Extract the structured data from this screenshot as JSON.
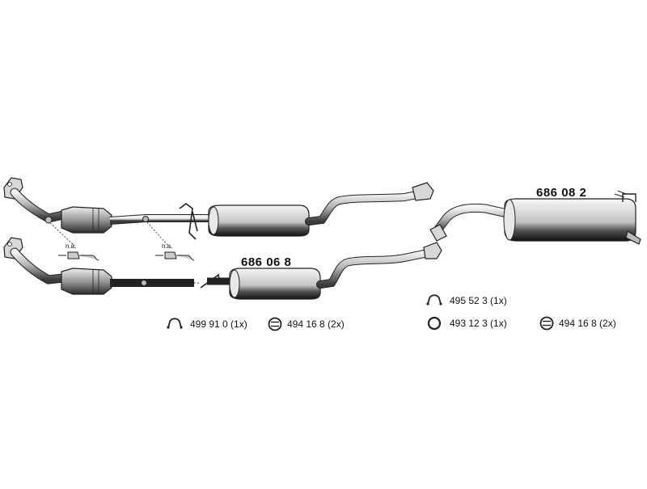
{
  "diagram": {
    "parts": [
      {
        "id": "front-silencer",
        "number": "686 06 8"
      },
      {
        "id": "rear-silencer",
        "number": "686 08 2"
      }
    ],
    "sensor_notes": [
      "n.a.",
      "n.a."
    ],
    "accessories": [
      {
        "icon": "clamp-icon",
        "text": "499 91 0 (1x)"
      },
      {
        "icon": "rubber-mount-icon",
        "text": "494 16 8 (2x)"
      },
      {
        "icon": "clamp-icon",
        "text": "495 52 3 (1x)"
      },
      {
        "icon": "ring-gasket-icon",
        "text": "493 12 3 (1x)"
      },
      {
        "icon": "rubber-mount-icon",
        "text": "494 16 8 (2x)"
      }
    ]
  }
}
